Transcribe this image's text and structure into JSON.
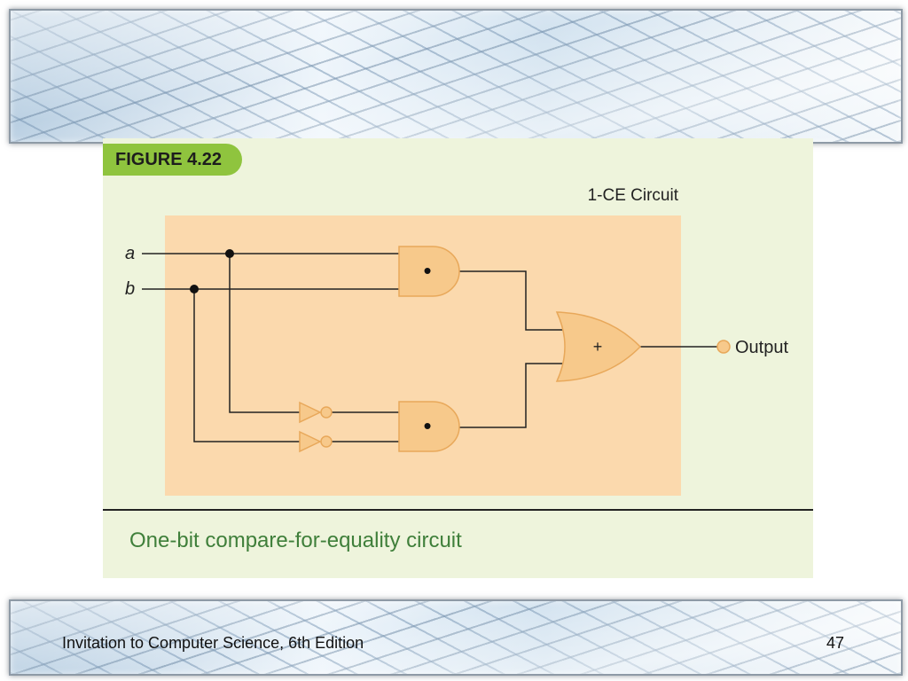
{
  "figure": {
    "tag": "FIGURE 4.22",
    "circuit_title": "1-CE Circuit",
    "input_a": "a",
    "input_b": "b",
    "and_symbol": "•",
    "or_symbol": "+",
    "output_label": "Output",
    "caption": "One-bit compare-for-equality circuit"
  },
  "footer": {
    "book_title": "Invitation to Computer Science, 6th Edition",
    "page_number": "47"
  },
  "colors": {
    "panel_bg": "#eef4dc",
    "circuit_bg": "#fbd9ad",
    "gate_fill": "#f7c98b",
    "gate_stroke": "#e8a85a",
    "tag_green": "#8fc43e",
    "caption_green": "#3f7f3a"
  }
}
